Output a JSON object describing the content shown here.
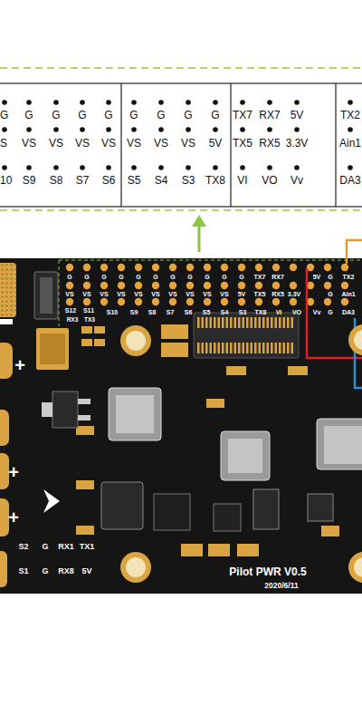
{
  "diagram": {
    "labels": [
      "G",
      "G",
      "G",
      "G",
      "G",
      "G",
      "G",
      "G",
      "G",
      "TX7",
      "RX7",
      "5V",
      "TX2",
      "S",
      "VS",
      "VS",
      "VS",
      "VS",
      "VS",
      "VS",
      "VS",
      "5V",
      "TX5",
      "RX5",
      "3.3V",
      "Ain1",
      "10",
      "S9",
      "S8",
      "S7",
      "S6",
      "S5",
      "S4",
      "S3",
      "TX8",
      "VI",
      "VO",
      "Vv",
      "DA3",
      "G",
      "G",
      "G",
      "G",
      "G",
      "G",
      "G",
      "G",
      "G",
      "G",
      "G",
      "TX7",
      "RX7",
      "5V",
      "G",
      "TX2",
      "VS",
      "VS",
      "VS",
      "VS",
      "VS",
      "VS",
      "VS",
      "VS",
      "VS",
      "VS",
      "5V",
      "TX5",
      "RX5",
      "3.3V",
      "G",
      "Ain1",
      "S12",
      "S11",
      "S10",
      "S9",
      "S8",
      "S7",
      "S6",
      "S5",
      "S4",
      "S3",
      "TX8",
      "VI",
      "VO",
      "Vv",
      "G",
      "DA3",
      "RX3",
      "TX3",
      "S2",
      "G",
      "RX1",
      "TX1",
      "S1",
      "G",
      "RX8",
      "5V",
      "Pilot PWR V0.5",
      "2020/6/11",
      "+",
      "+",
      "+"
    ]
  }
}
